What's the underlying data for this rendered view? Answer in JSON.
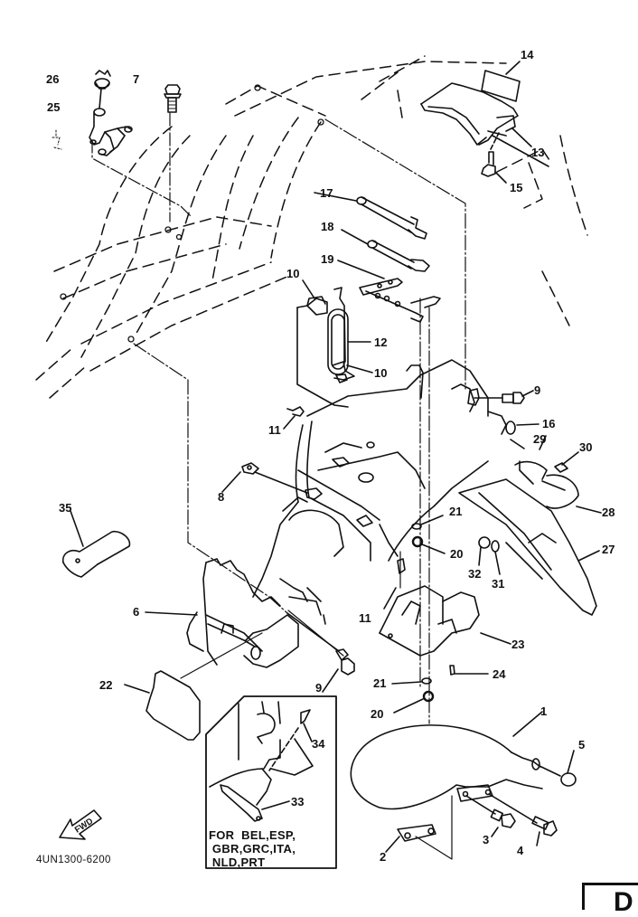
{
  "diagram": {
    "title": "Front fender / frame covers exploded parts diagram",
    "colors": {
      "ink": "#111111",
      "paper": "#ffffff"
    },
    "callouts": [
      {
        "id": "1",
        "label": "1"
      },
      {
        "id": "2",
        "label": "2"
      },
      {
        "id": "3",
        "label": "3"
      },
      {
        "id": "4",
        "label": "4"
      },
      {
        "id": "5",
        "label": "5"
      },
      {
        "id": "6",
        "label": "6"
      },
      {
        "id": "7",
        "label": "7"
      },
      {
        "id": "8",
        "label": "8"
      },
      {
        "id": "9a",
        "label": "9"
      },
      {
        "id": "9b",
        "label": "9"
      },
      {
        "id": "10a",
        "label": "10"
      },
      {
        "id": "10b",
        "label": "10"
      },
      {
        "id": "11a",
        "label": "11"
      },
      {
        "id": "11b",
        "label": "11"
      },
      {
        "id": "12",
        "label": "12"
      },
      {
        "id": "13",
        "label": "13"
      },
      {
        "id": "14",
        "label": "14"
      },
      {
        "id": "15",
        "label": "15"
      },
      {
        "id": "16",
        "label": "16"
      },
      {
        "id": "17",
        "label": "17"
      },
      {
        "id": "18",
        "label": "18"
      },
      {
        "id": "19",
        "label": "19"
      },
      {
        "id": "20a",
        "label": "20"
      },
      {
        "id": "20b",
        "label": "20"
      },
      {
        "id": "21a",
        "label": "21"
      },
      {
        "id": "21b",
        "label": "21"
      },
      {
        "id": "22",
        "label": "22"
      },
      {
        "id": "23",
        "label": "23"
      },
      {
        "id": "24",
        "label": "24"
      },
      {
        "id": "25",
        "label": "25"
      },
      {
        "id": "26",
        "label": "26"
      },
      {
        "id": "27",
        "label": "27"
      },
      {
        "id": "28",
        "label": "28"
      },
      {
        "id": "29",
        "label": "29"
      },
      {
        "id": "30",
        "label": "30"
      },
      {
        "id": "31",
        "label": "31"
      },
      {
        "id": "32",
        "label": "32"
      },
      {
        "id": "33",
        "label": "33"
      },
      {
        "id": "34",
        "label": "34"
      },
      {
        "id": "35",
        "label": "35"
      }
    ],
    "inset_note": [
      "FOR  BEL,ESP,",
      " GBR,GRC,ITA,",
      " NLD,PRT"
    ],
    "fwd_label": "FWD",
    "drawing_code": "4UN1300-6200",
    "page_tab": "D"
  }
}
